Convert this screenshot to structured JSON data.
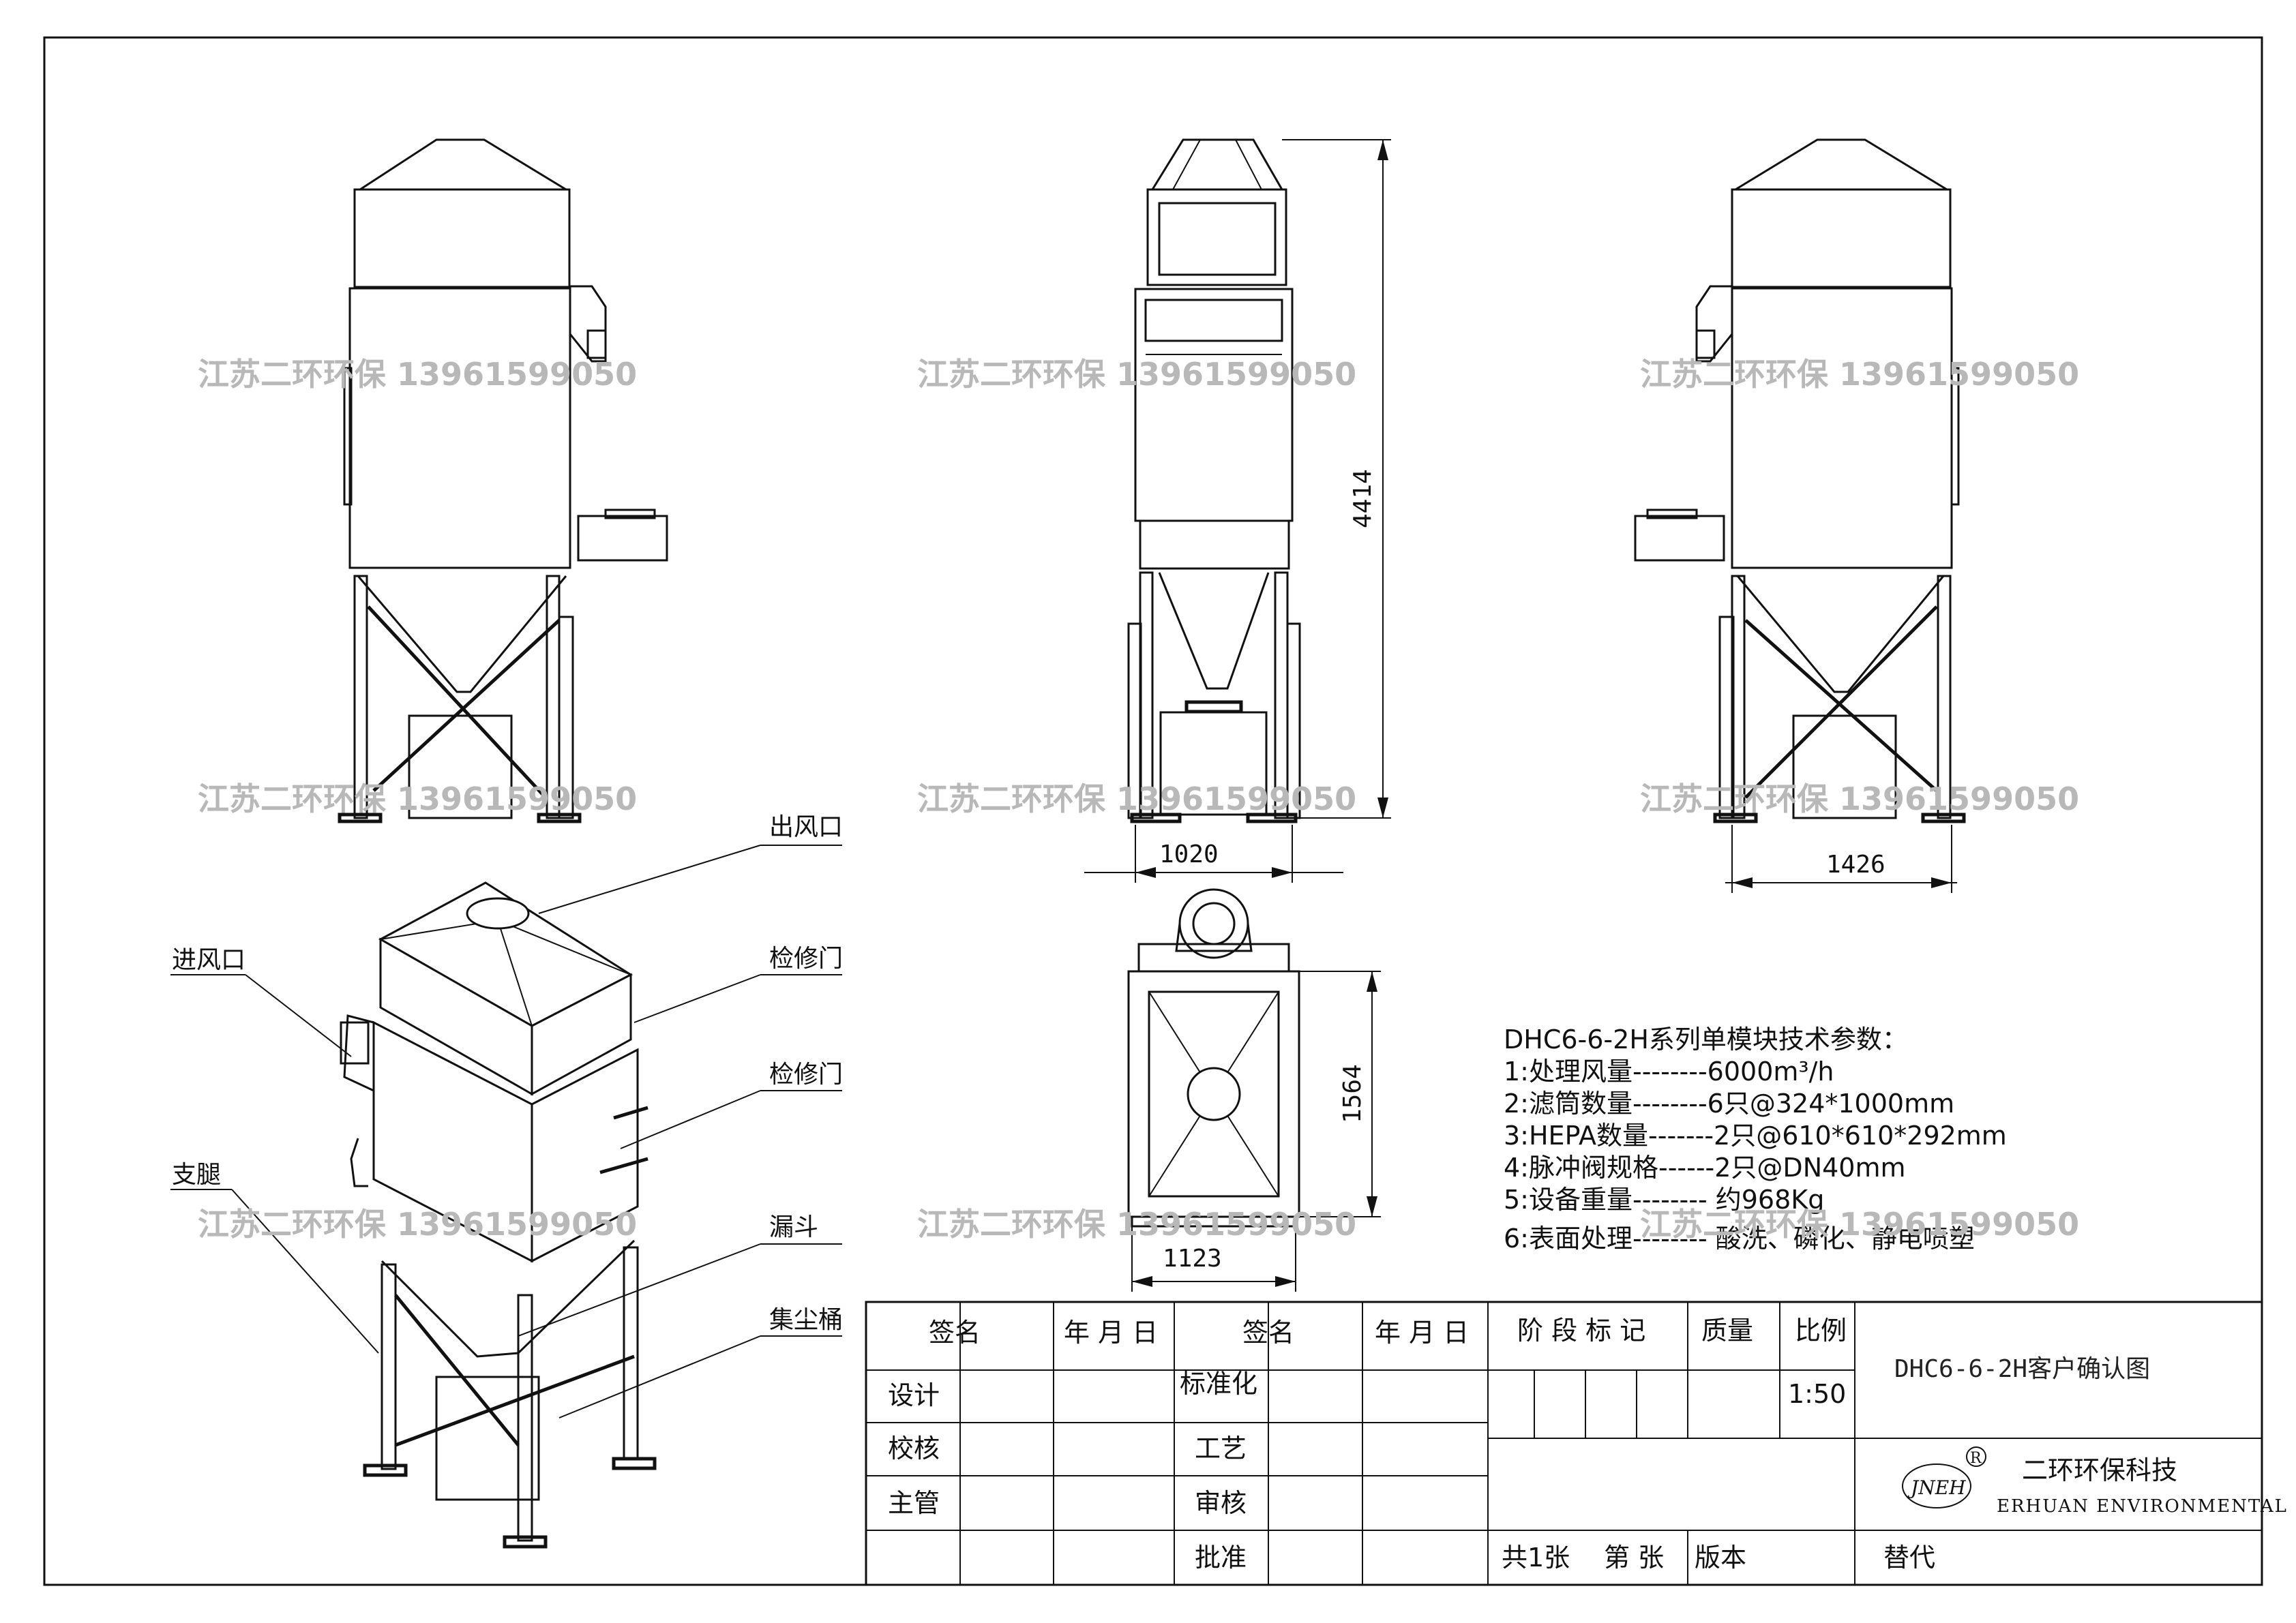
{
  "watermark": "江苏二环环保 13961599050",
  "labels": {
    "outlet": "出风口",
    "inlet": "进风口",
    "access_door_1": "检修门",
    "access_door_2": "检修门",
    "legs": "支腿",
    "hopper": "漏斗",
    "dust_bin": "集尘桶"
  },
  "dimensions": {
    "front_height": "4414",
    "front_width": "1020",
    "side_width": "1426",
    "top_height": "1564",
    "top_width": "1123"
  },
  "spec": {
    "title": "DHC6-6-2H系列单模块技术参数：",
    "lines": [
      "1:处理风量--------6000m³/h",
      "2:滤筒数量--------6只@324*1000mm",
      "3:HEPA数量-------2只@610*610*292mm",
      "4:脉冲阀规格------2只@DN40mm",
      "5:设备重量--------  约968Kg",
      "6:表面处理--------  酸洗、磷化、静电喷塑"
    ]
  },
  "title_block": {
    "h_sign1": "签名",
    "h_date1": "年 月 日",
    "h_sign2": "签名",
    "h_date2": "年 月 日",
    "h_stage": "阶 段 标 记",
    "h_mass": "质量",
    "h_scale": "比例",
    "scale": "1:50",
    "drawing_title": "DHC6-6-2H客户确认图",
    "design": "设计",
    "check": "校核",
    "chief": "主管",
    "standard": "标准化",
    "process": "工艺",
    "review": "审核",
    "approve": "批准",
    "sheets": "共1张",
    "sheet_no": "第 张",
    "version": "版本",
    "replace": "替代",
    "company_cn": "二环环保科技",
    "company_en": "ERHUAN ENVIRONMENTAL",
    "logo_text": "JNEH",
    "registered": "R"
  }
}
